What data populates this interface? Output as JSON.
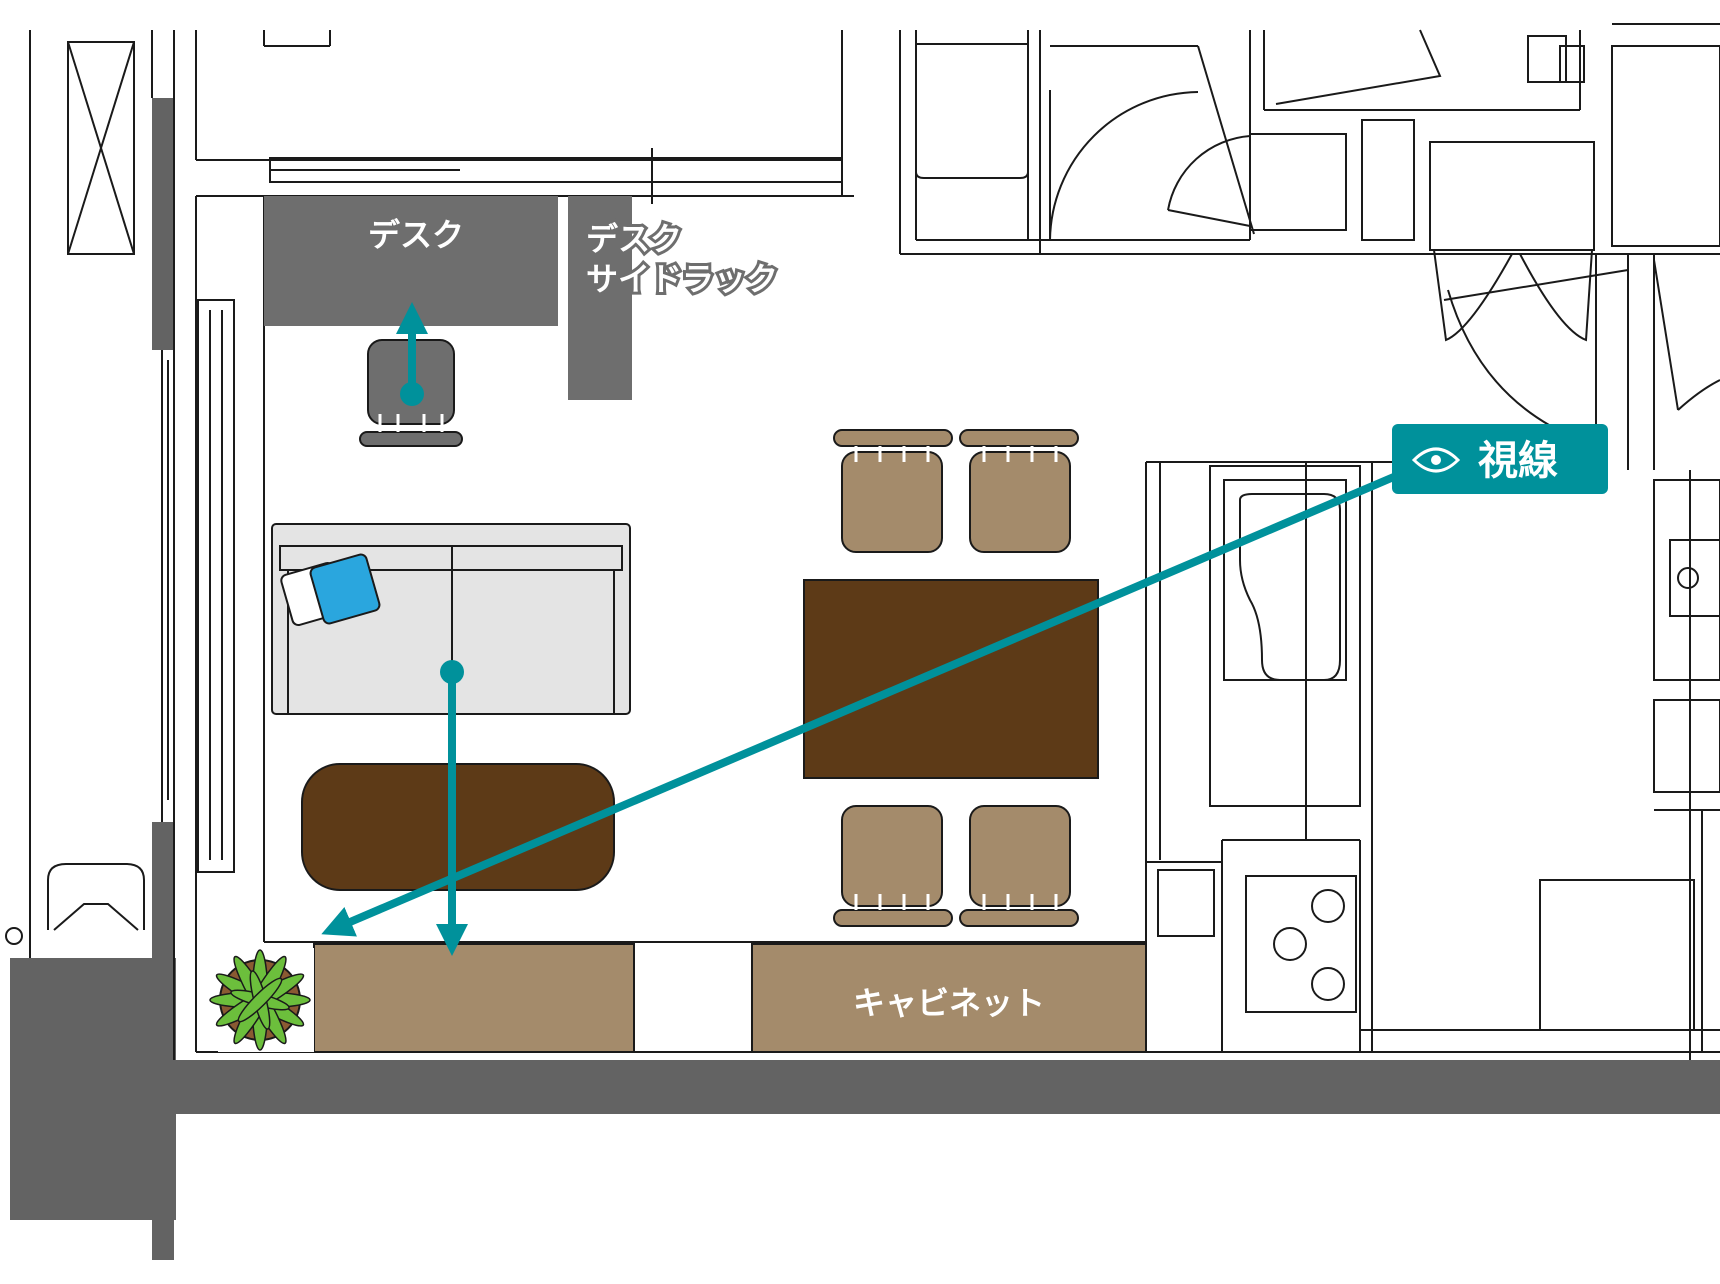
{
  "labels": {
    "desk": "デスク",
    "desk_side_rack_line1": "デスク",
    "desk_side_rack_line2": "サイドラック",
    "cabinet": "キャビネット"
  },
  "legend": {
    "text": "視線",
    "icon": "eye-icon"
  },
  "colors": {
    "wall": "#636363",
    "line": "#1a1a1a",
    "desk": "#6e6e6e",
    "sofa": "#e4e4e4",
    "dark_wood": "#5d3a17",
    "light_wood": "#a48b6b",
    "sight_line": "#00919b",
    "cushion_blue": "#2aa6de",
    "plant_green": "#6cbf3c"
  }
}
